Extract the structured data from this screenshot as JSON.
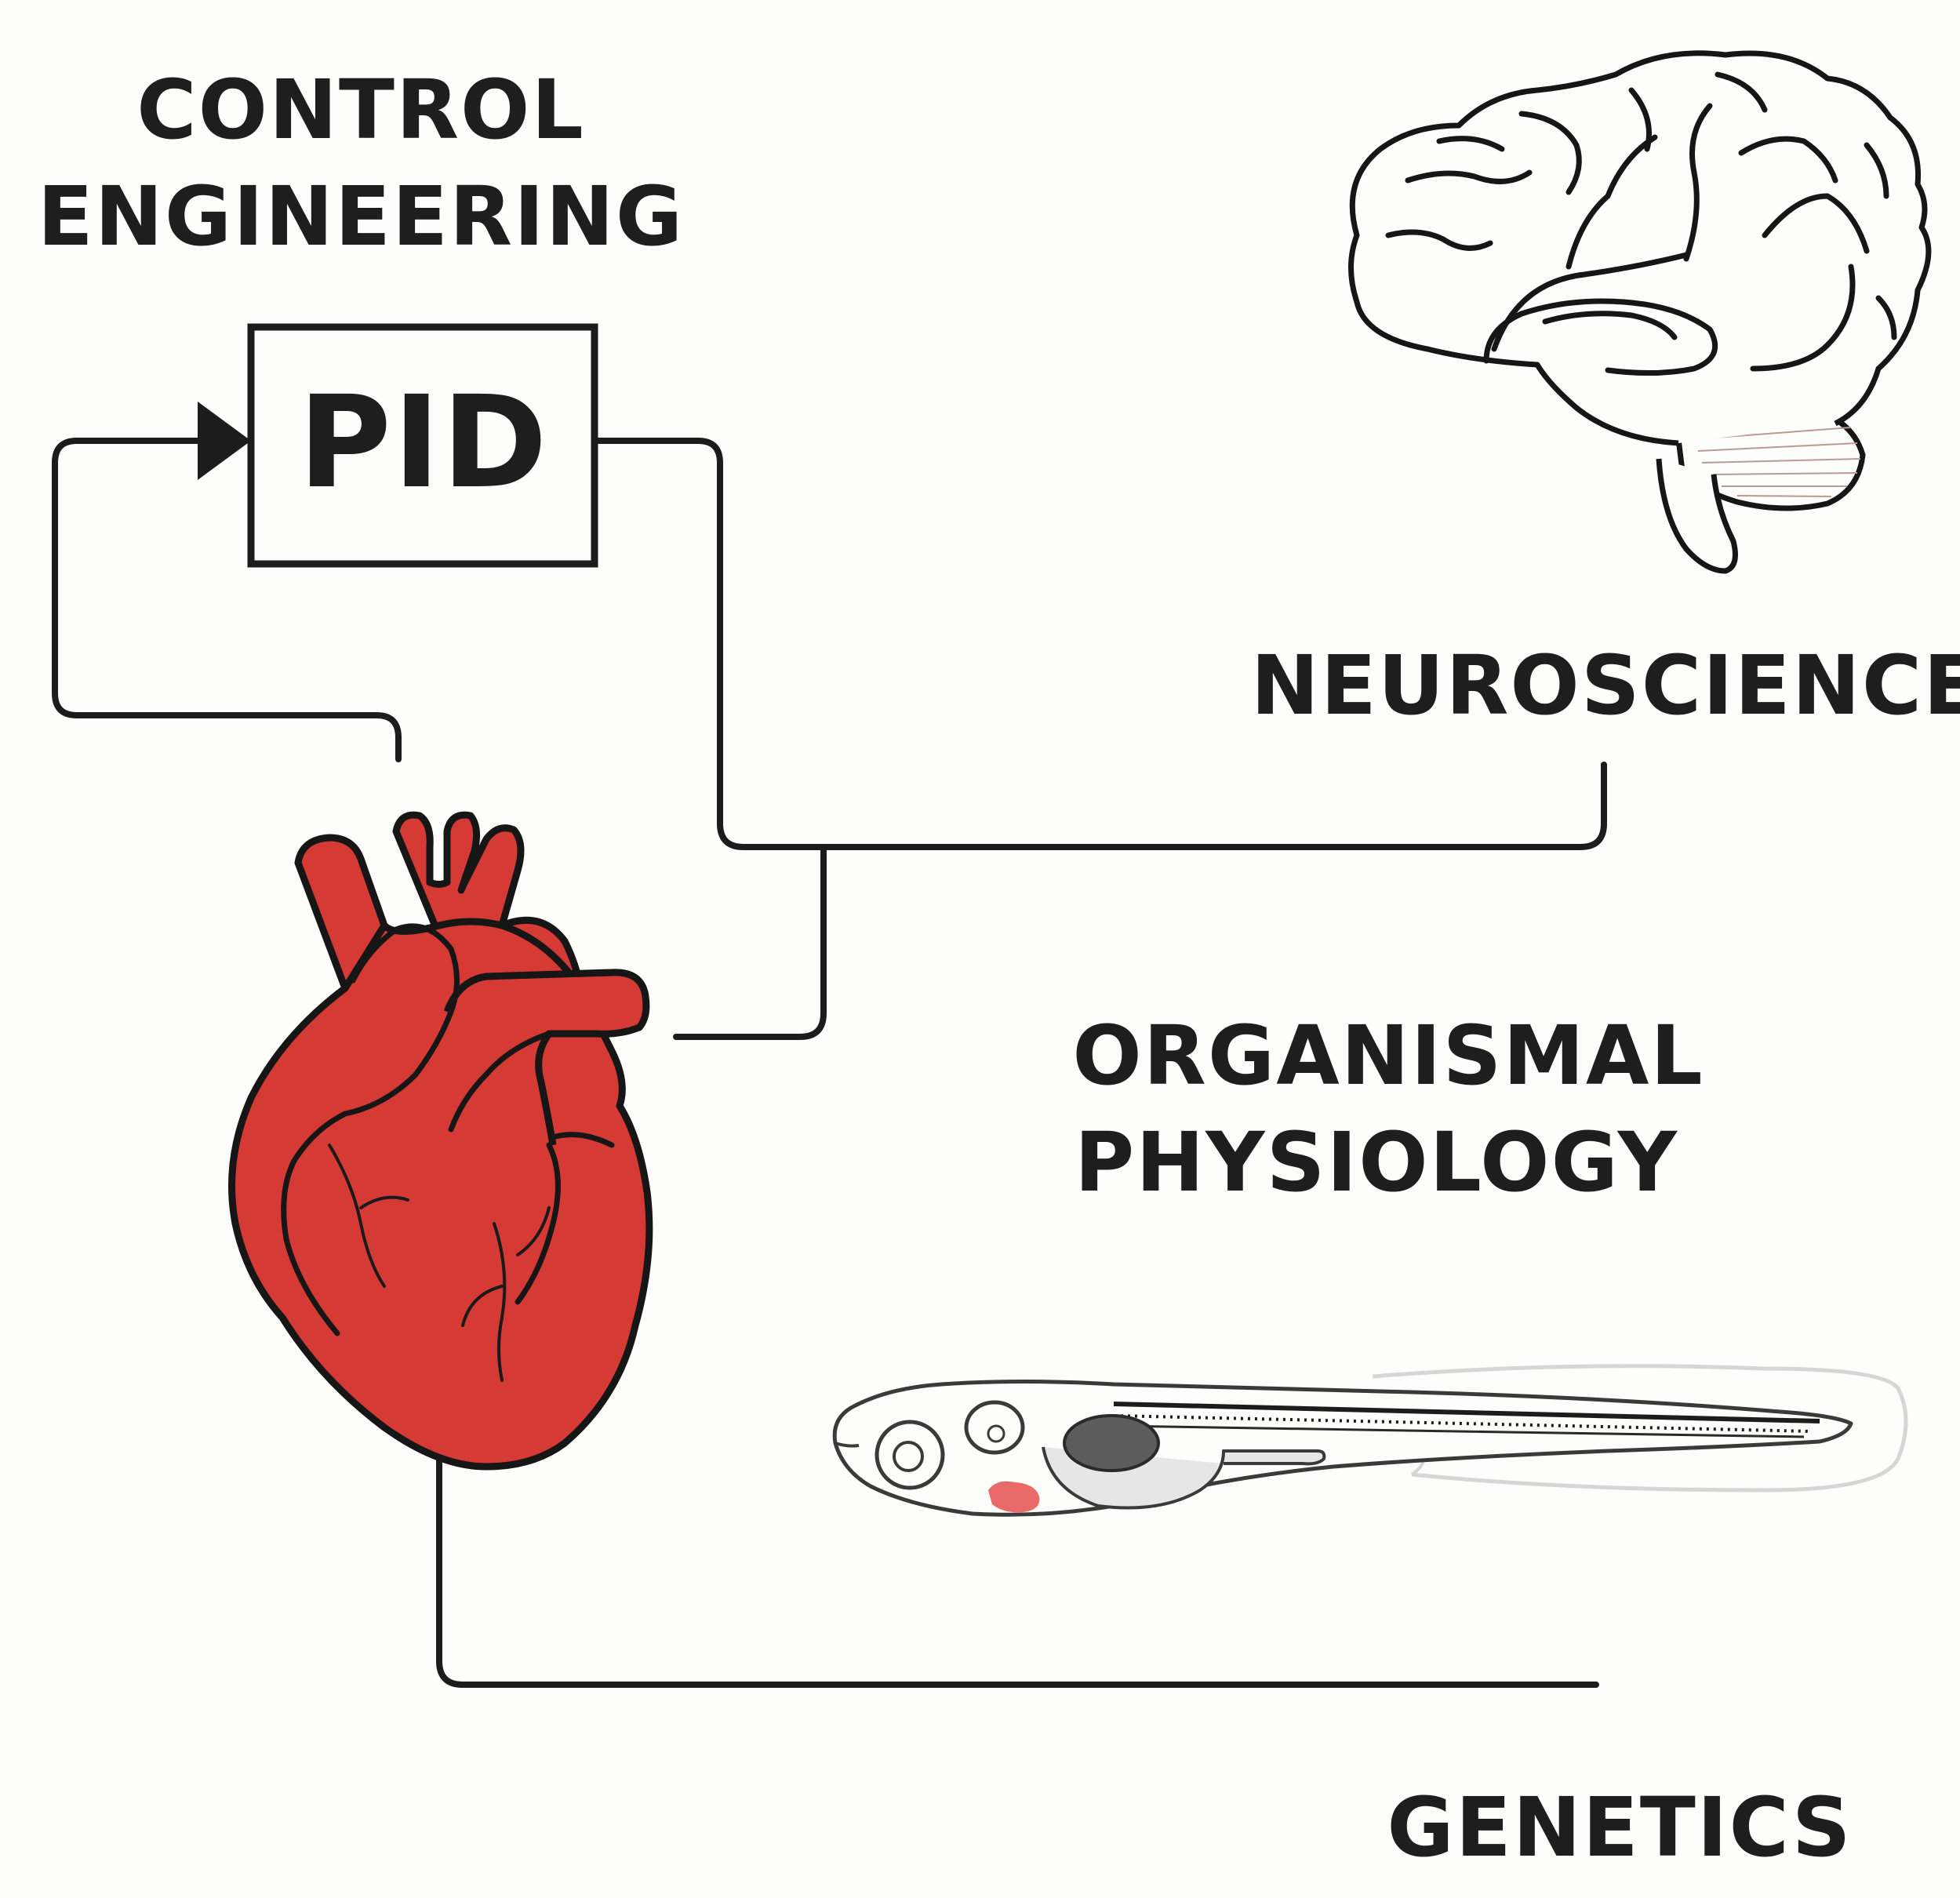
{
  "labels": {
    "control_engineering_line1": "CONTROL",
    "control_engineering_line2": "ENGINEERING",
    "pid": "PID",
    "neuroscience": "NEUROSCIENCE",
    "organismal_line1": "ORGANISMAL",
    "organismal_line2": "PHYSIOLOGY",
    "genetics": "GENETICS"
  },
  "colors": {
    "heart_fill": "#d63a35",
    "ink": "#1c1c1c",
    "background": "#fdfdfb",
    "fish_gut": "#5c5c5c",
    "fish_heart": "#ea6a6a"
  },
  "icons": [
    "brain-icon",
    "heart-icon",
    "zebrafish-larva-icon",
    "arrow-icon"
  ]
}
